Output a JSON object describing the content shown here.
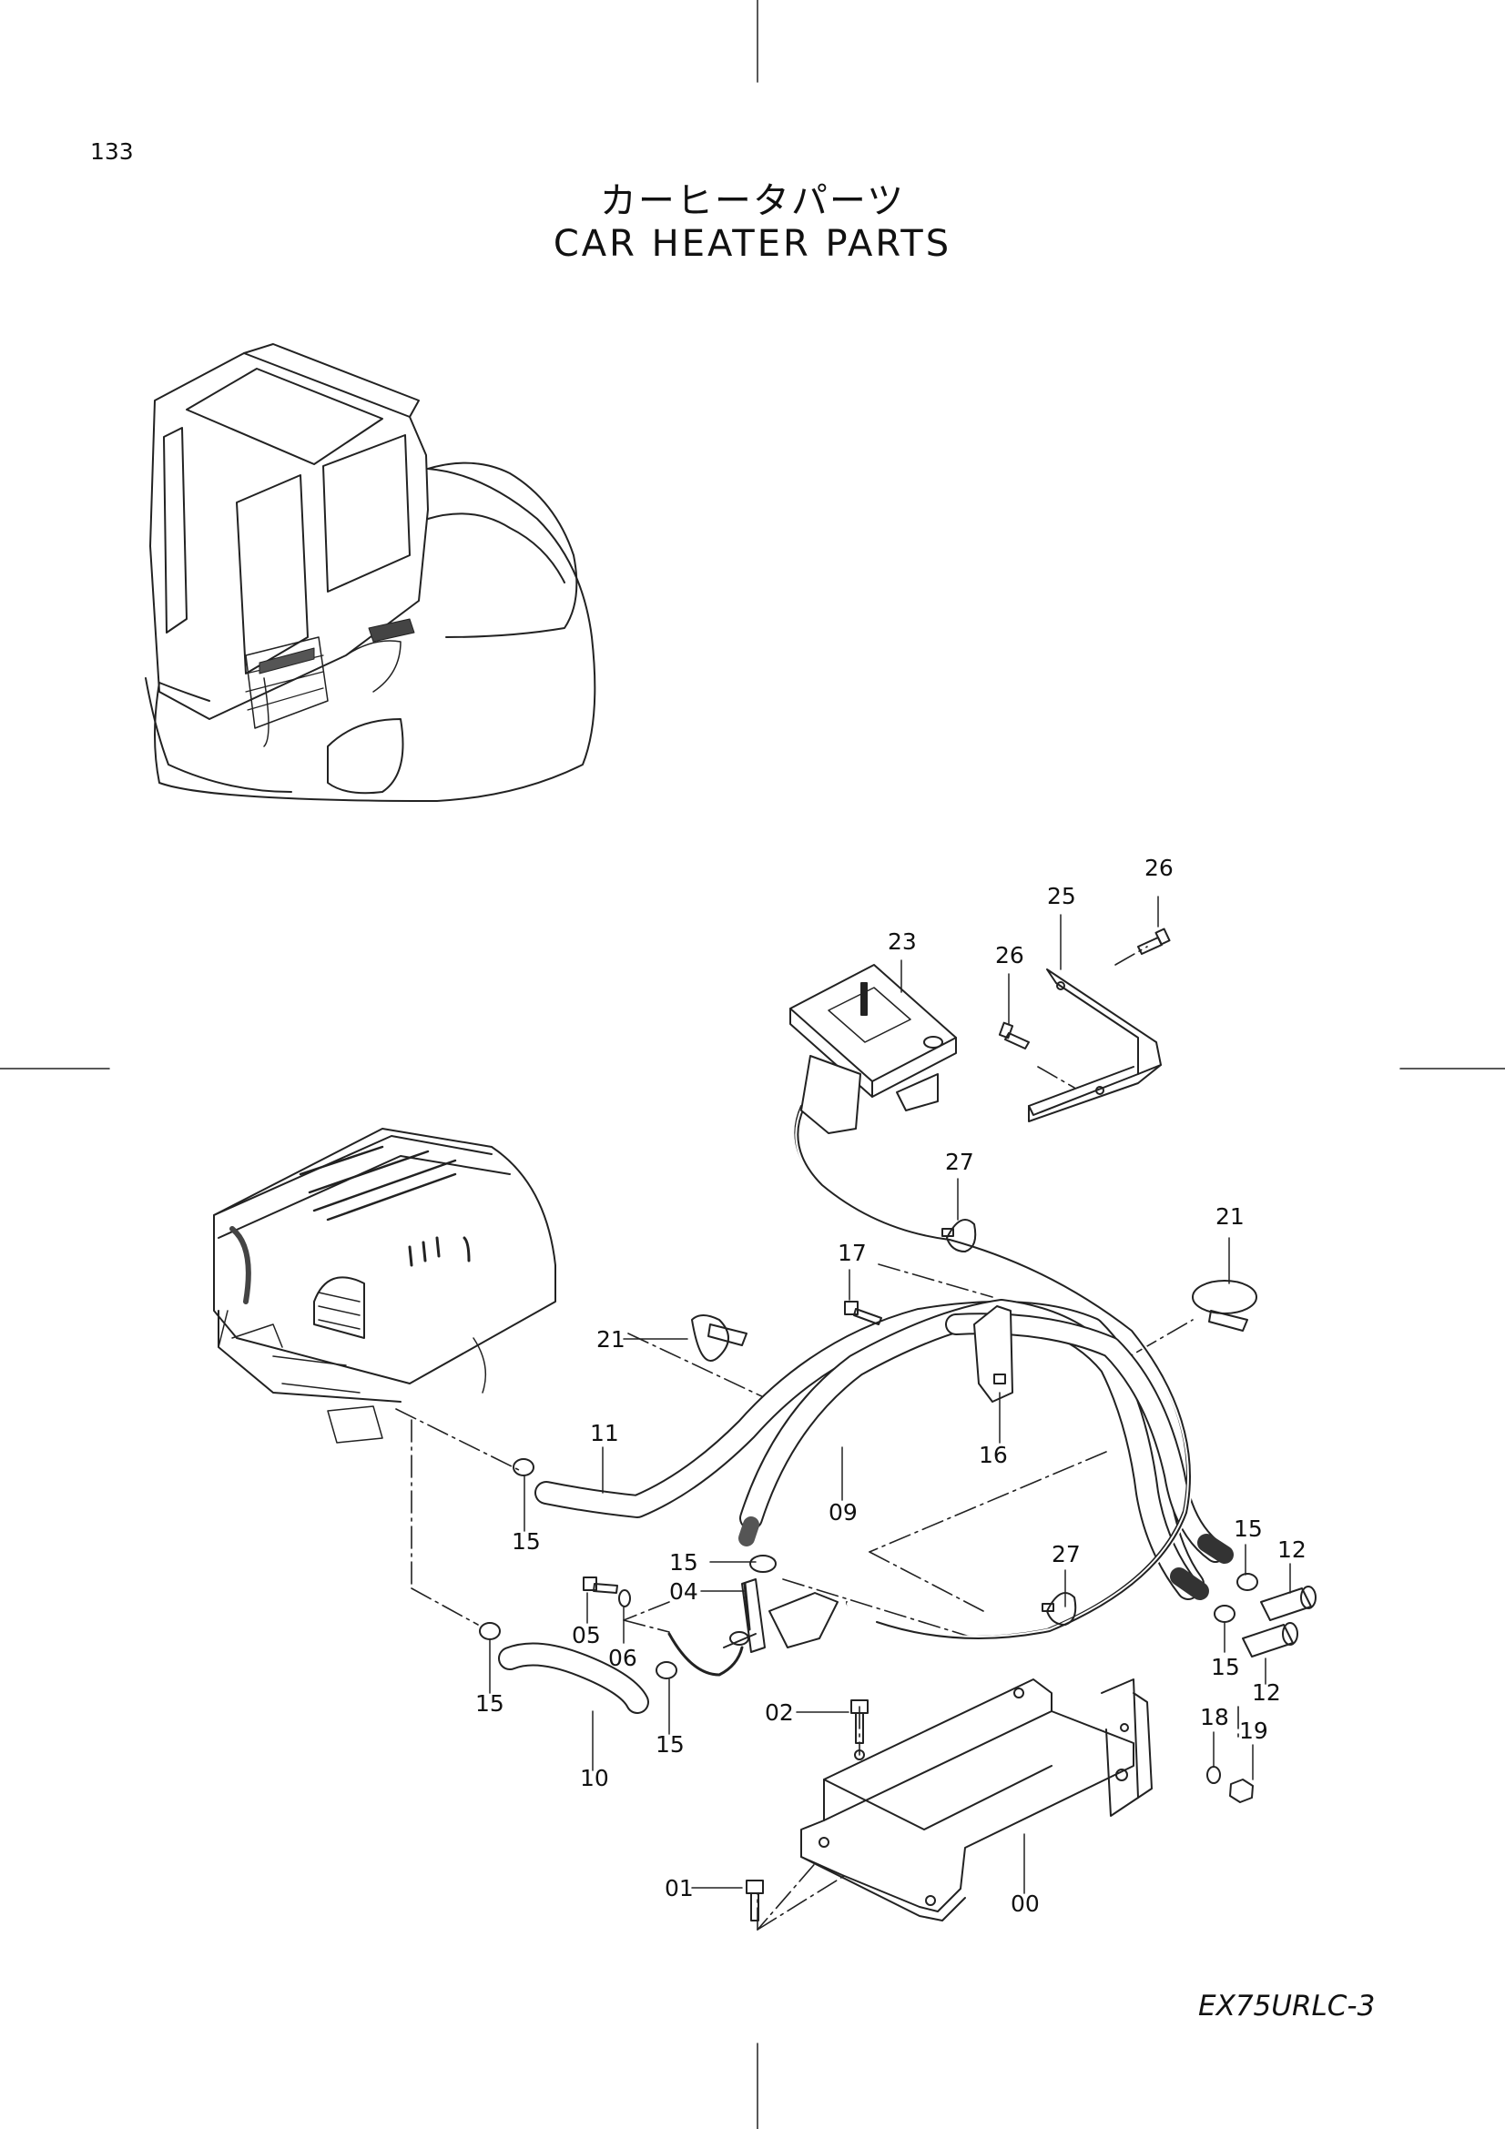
{
  "page_number": "133",
  "title_japanese": "カーヒータパーツ",
  "title_english": "CAR HEATER PARTS",
  "model": "EX75URLC-3",
  "part_labels": [
    {
      "id": "p26a",
      "text": "26"
    },
    {
      "id": "p25",
      "text": "25"
    },
    {
      "id": "p23",
      "text": "23"
    },
    {
      "id": "p26b",
      "text": "26"
    },
    {
      "id": "p27a",
      "text": "27"
    },
    {
      "id": "p21a",
      "text": "21"
    },
    {
      "id": "p17",
      "text": "17"
    },
    {
      "id": "p21b",
      "text": "21"
    },
    {
      "id": "p11",
      "text": "11"
    },
    {
      "id": "p16",
      "text": "16"
    },
    {
      "id": "p15a",
      "text": "15"
    },
    {
      "id": "p09",
      "text": "09"
    },
    {
      "id": "p15b",
      "text": "15"
    },
    {
      "id": "p12a",
      "text": "12"
    },
    {
      "id": "p15c",
      "text": "15"
    },
    {
      "id": "p27b",
      "text": "27"
    },
    {
      "id": "p04",
      "text": "04"
    },
    {
      "id": "p05",
      "text": "05"
    },
    {
      "id": "p06",
      "text": "06"
    },
    {
      "id": "p15d",
      "text": "15"
    },
    {
      "id": "p12b",
      "text": "12"
    },
    {
      "id": "p15e",
      "text": "15"
    },
    {
      "id": "p15f",
      "text": "15"
    },
    {
      "id": "p02",
      "text": "02"
    },
    {
      "id": "p18",
      "text": "18"
    },
    {
      "id": "p19",
      "text": "19"
    },
    {
      "id": "p10",
      "text": "10"
    },
    {
      "id": "p01",
      "text": "01"
    },
    {
      "id": "p00",
      "text": "00"
    }
  ]
}
